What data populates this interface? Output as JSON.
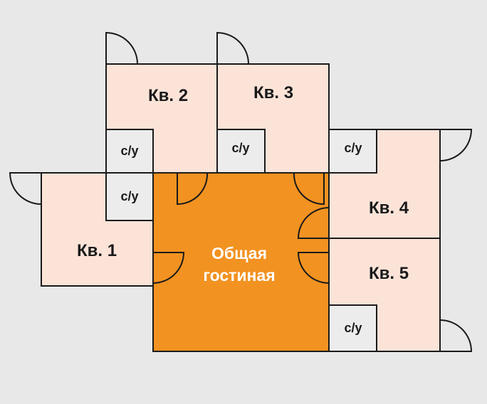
{
  "colors": {
    "background": "#e8e8e9",
    "apartment": "#fce3d8",
    "bathroom": "#ececed",
    "common_room": "#f29221",
    "outline": "#1a1a1a"
  },
  "apartments": [
    {
      "label": "Кв. 1"
    },
    {
      "label": "Кв. 2"
    },
    {
      "label": "Кв. 3"
    },
    {
      "label": "Кв. 4"
    },
    {
      "label": "Кв. 5"
    }
  ],
  "bathrooms": [
    {
      "label": "с/у"
    },
    {
      "label": "с/у"
    },
    {
      "label": "с/у"
    },
    {
      "label": "с/у"
    },
    {
      "label": "с/у"
    }
  ],
  "common_room": {
    "line1": "Общая",
    "line2": "гостиная"
  }
}
